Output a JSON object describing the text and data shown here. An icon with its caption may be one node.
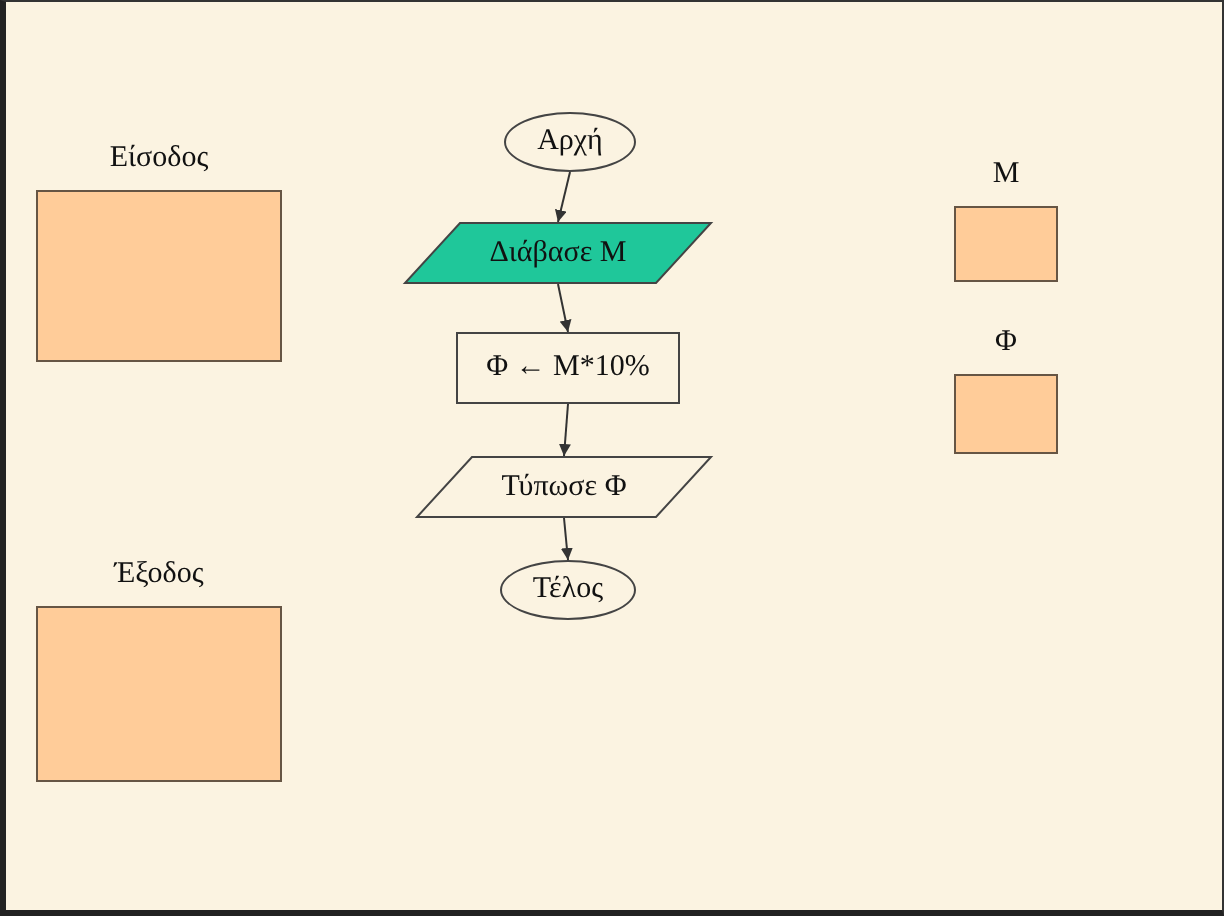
{
  "diagram": {
    "nodes": [
      {
        "text": [
          "Είσοδος"
        ]
      },
      {
        "text": [
          "Αρχή"
        ]
      },
      {
        "text": [
          "Διάβασε Μ"
        ]
      },
      {
        "text": [
          "Φ ← Μ*10%"
        ]
      },
      {
        "text": [
          "Τύπωσε Φ"
        ]
      },
      {
        "text": [
          "Τέλος"
        ]
      },
      {
        "text": [
          "Μ"
        ]
      },
      {
        "text": [
          "Φ"
        ]
      },
      {
        "text": [
          "Έξοδος"
        ]
      }
    ],
    "edges": [
      {
        "from": 1,
        "to": 2,
        "arrow": "to"
      },
      {
        "from": 2,
        "to": 3,
        "arrow": "to"
      },
      {
        "from": 3,
        "to": 4,
        "arrow": "to"
      },
      {
        "from": 4,
        "to": 5,
        "arrow": "to"
      }
    ]
  }
}
